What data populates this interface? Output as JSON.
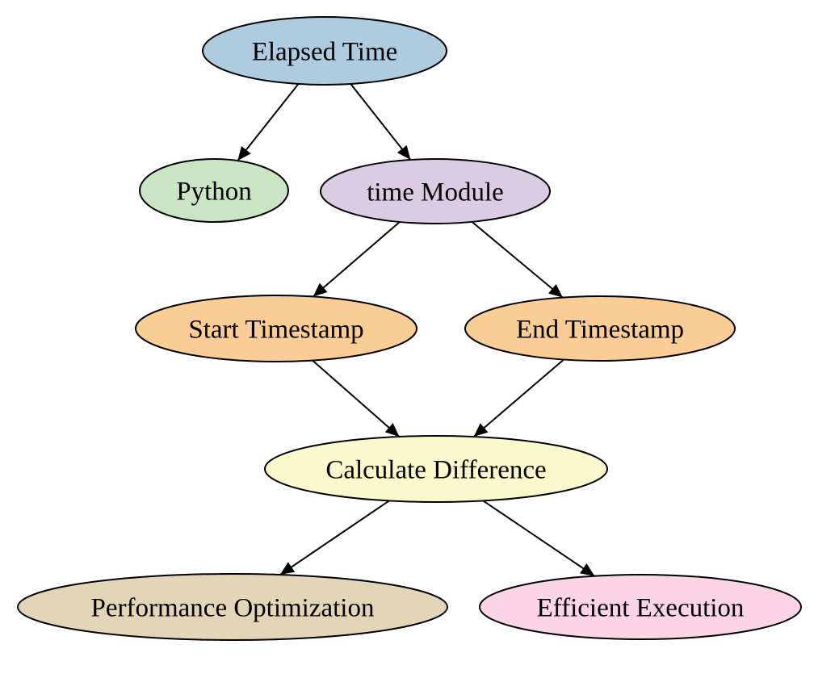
{
  "diagram": {
    "background": "#ffffff",
    "stroke_color": "#000000",
    "edge_color": "#000000",
    "text_color": "#000000",
    "nodes": [
      {
        "id": "elapsed-time",
        "label": "Elapsed Time",
        "fill": "#aecbe0"
      },
      {
        "id": "python",
        "label": "Python",
        "fill": "#c9e5c3"
      },
      {
        "id": "time-module",
        "label": "time Module",
        "fill": "#dbcce4"
      },
      {
        "id": "start-timestamp",
        "label": "Start Timestamp",
        "fill": "#fbcd96"
      },
      {
        "id": "end-timestamp",
        "label": "End Timestamp",
        "fill": "#fbcd96"
      },
      {
        "id": "calculate-difference",
        "label": "Calculate Difference",
        "fill": "#f9f9cd"
      },
      {
        "id": "performance-optimization",
        "label": "Performance Optimization",
        "fill": "#e3d6b8"
      },
      {
        "id": "efficient-execution",
        "label": "Efficient Execution",
        "fill": "#fbd5e6"
      }
    ],
    "edges": [
      {
        "from": "elapsed-time",
        "to": "python"
      },
      {
        "from": "elapsed-time",
        "to": "time-module"
      },
      {
        "from": "time-module",
        "to": "start-timestamp"
      },
      {
        "from": "time-module",
        "to": "end-timestamp"
      },
      {
        "from": "start-timestamp",
        "to": "calculate-difference"
      },
      {
        "from": "end-timestamp",
        "to": "calculate-difference"
      },
      {
        "from": "calculate-difference",
        "to": "performance-optimization"
      },
      {
        "from": "calculate-difference",
        "to": "efficient-execution"
      }
    ]
  }
}
